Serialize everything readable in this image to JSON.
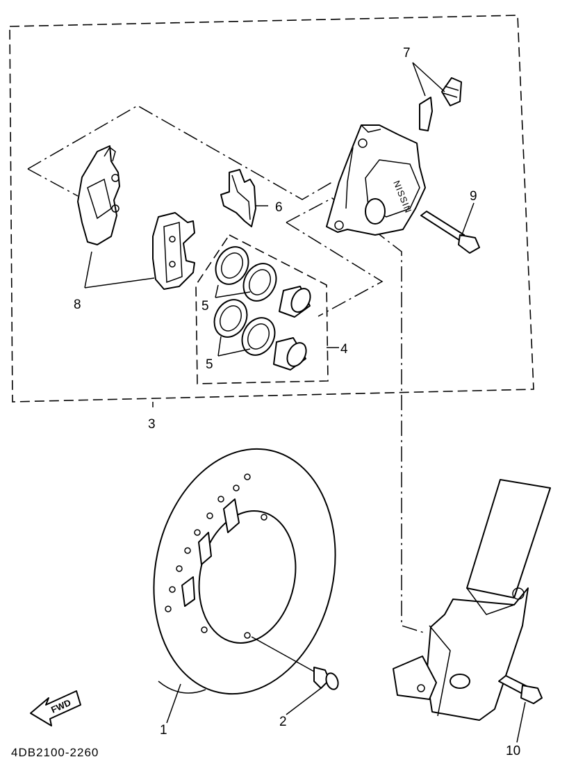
{
  "diagram": {
    "callouts": {
      "c1": "1",
      "c2": "2",
      "c3": "3",
      "c4": "4",
      "c5a": "5",
      "c5b": "5",
      "c6": "6",
      "c7": "7",
      "c8": "8",
      "c9": "9",
      "c10": "10"
    },
    "fwd_label": "FWD",
    "caliper_brand": "NISSIN",
    "part_number": "4DB2100-2260"
  }
}
